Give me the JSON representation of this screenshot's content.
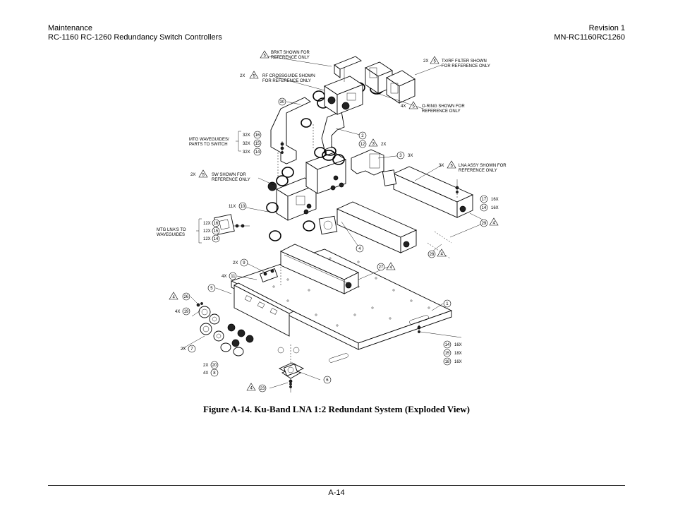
{
  "header": {
    "left_line1": "Maintenance",
    "left_line2": "RC-1160 RC-1260 Redundancy Switch Controllers",
    "right_line1": "Revision 1",
    "right_line2": "MN-RC1160RC1260"
  },
  "figure": {
    "caption": "Figure A-14. Ku-Band LNA 1:2 Redundant System (Exploded View)",
    "notes": {
      "brkt": [
        "BRKT SHOWN FOR",
        "REFERENCE ONLY"
      ],
      "tx_filter": [
        "TX/RF FILTER SHOWN",
        "FOR REFERENCE ONLY"
      ],
      "crossguide": [
        "RF CROSSGUIDE SHOWN",
        "FOR REFERENCE ONLY"
      ],
      "oring": [
        "O-RING SHOWN FOR",
        "REFERENCE ONLY"
      ],
      "mtg_waveguides": [
        "MTG WAVEGUIDES/",
        "PARTS TO SWITCH"
      ],
      "sw": [
        "SW SHOWN FOR",
        "REFERENCE ONLY"
      ],
      "lna_assy": [
        "LNA ASSY SHOWN FOR",
        "REFERENCE ONLY"
      ],
      "mtg_lnas": [
        "MTG LNA'S TO",
        "WAVEGUIDES"
      ]
    },
    "qty": {
      "q2x": "2X",
      "q4x": "4X",
      "q3x": "3X",
      "q32x": "32X",
      "q12x": "12X",
      "q11x": "11X",
      "q16x": "16X",
      "q18x": "18X"
    },
    "items": {
      "n1": "1",
      "n2": "2",
      "n3": "3",
      "n4": "4",
      "n5": "5",
      "n6": "6",
      "n7": "7",
      "n8": "8",
      "n9": "9",
      "n10": "10",
      "n11": "11",
      "n12": "12",
      "n14": "14",
      "n15": "15",
      "n16": "16",
      "n17": "17",
      "n18": "18",
      "n19": "19",
      "n20": "20",
      "n23": "23",
      "n26": "26",
      "n27": "27",
      "n28": "28",
      "n29": "29",
      "n30": "30"
    }
  },
  "footer": {
    "page": "A-14"
  }
}
